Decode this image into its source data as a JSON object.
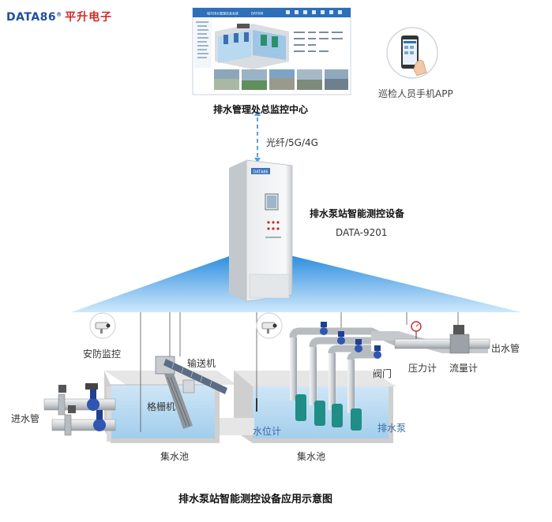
{
  "brand": {
    "en": "DATA86",
    "cn": "平升电子"
  },
  "center": {
    "title": "排水管理处总监控中心",
    "screen_title": "城市排水管理信息系统",
    "screen_brand": "DATA86"
  },
  "app": {
    "label": "巡检人员手机APP"
  },
  "link": {
    "label": "光纤/5G/4G"
  },
  "device": {
    "name": "排水泵站智能测控设备",
    "model": "DATA-9201",
    "panel_brand": "DATA86"
  },
  "labels": {
    "security": "安防监控",
    "conveyor": "输送机",
    "grille": "格栅机",
    "inlet": "进水管",
    "sump1": "集水池",
    "sump2": "集水池",
    "level": "水位计",
    "pump": "排水泵",
    "valve": "阀门",
    "pressure": "压力计",
    "flow": "流量计",
    "outlet": "出水管"
  },
  "caption": "排水泵站智能测控设备应用示意图"
}
